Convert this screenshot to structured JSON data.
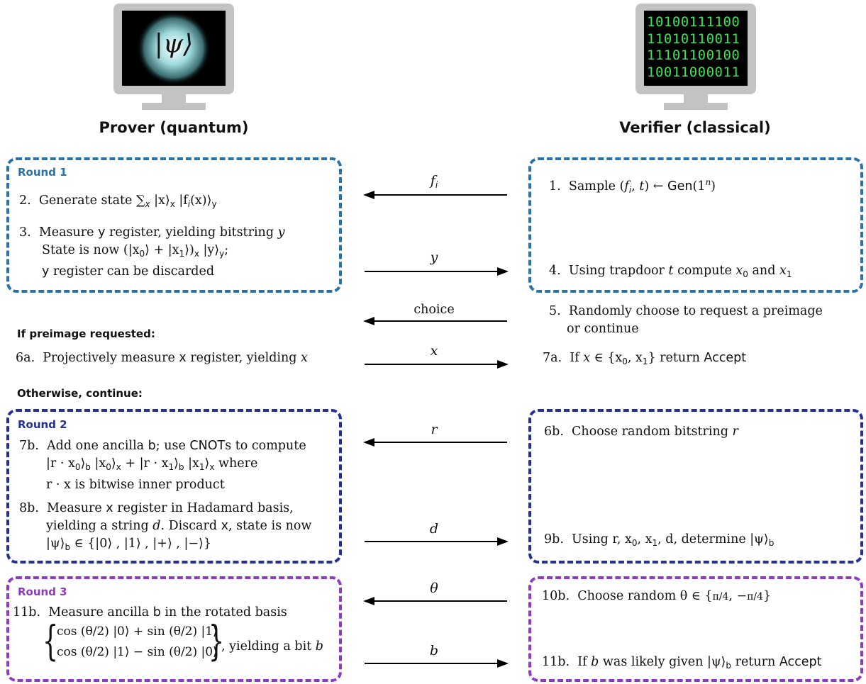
{
  "colors": {
    "round1": "#2a73a8",
    "round2": "#23309a",
    "round3": "#8e3bc2",
    "terminal_text": "#3fe05a"
  },
  "prover": {
    "title": "Prover (quantum)",
    "screen_symbol": "|ψ⟩"
  },
  "verifier": {
    "title": "Verifier (classical)",
    "screen_lines": [
      "10100111100",
      "11010110011",
      "11101100100",
      "10011000011"
    ]
  },
  "rounds": [
    {
      "label": "Round 1"
    },
    {
      "label": "Round 2"
    },
    {
      "label": "Round 3"
    }
  ],
  "notes": {
    "preimage": "If preimage requested:",
    "otherwise": "Otherwise, continue:"
  },
  "steps": {
    "s1": {
      "num": "1.",
      "a": "Sample (",
      "f": "f",
      "fi": "i",
      "b": ", ",
      "t": "t",
      "c": ") ← ",
      "gen": "Gen",
      "d": "(1",
      "n": "n",
      "e": ")"
    },
    "s2": {
      "num": "2.",
      "text": "Generate state ∑",
      "x": "x",
      "rest": " |x⟩",
      "rx": "x",
      "mid": " |f",
      "i": "i",
      "end": "(x)⟩",
      "ry": "y"
    },
    "s3": {
      "num": "3.",
      "line1": "Measure ",
      "reg": "y",
      "line1b": " register, yielding bitstring ",
      "var": "y",
      "line2": "State is now (|x",
      "s0": "0",
      "line2b": "⟩ + |x",
      "s1": "1",
      "line2c": "⟩)",
      "rx": "x",
      "line2d": " |y⟩",
      "ry": "y",
      "line2e": ";",
      "line3reg": "y",
      "line3": " register can be discarded"
    },
    "s4": {
      "num": "4.",
      "text": "Using trapdoor ",
      "t": "t",
      "mid": " compute ",
      "x0": "x",
      "s0": "0",
      "and": " and ",
      "x1": "x",
      "s1": "1"
    },
    "s5": {
      "num": "5.",
      "line1": "Randomly choose to request a preimage",
      "line2": "or continue"
    },
    "s6a": {
      "num": "6a.",
      "text": "Projectively measure ",
      "reg": "x",
      "rest": " register, yielding ",
      "var": "x"
    },
    "s7a": {
      "num": "7a.",
      "text": "If ",
      "x": "x",
      "in": " ∈ {x",
      "s0": "0",
      "comma": ", x",
      "s1": "1",
      "close": "} return ",
      "accept": "Accept"
    },
    "s6b": {
      "num": "6b.",
      "text": "Choose random bitstring ",
      "var": "r"
    },
    "s7b": {
      "num": "7b.",
      "line1": "Add one ancilla ",
      "b": "b",
      "line1b": "; use ",
      "cnot": "CNOT",
      "line1c": "s to compute",
      "line2a": "|r · x",
      "l2s0": "0",
      "line2b": "⟩",
      "l2rb": "b",
      "line2c": " |x",
      "l2s0b": "0",
      "line2d": "⟩",
      "l2rx": "x",
      "line2e": " + |r · x",
      "l2s1": "1",
      "line2f": "⟩",
      "l2rb2": "b",
      "line2g": " |x",
      "l2s1b": "1",
      "line2h": "⟩",
      "l2rx2": "x",
      "line2i": " where",
      "line3": "r · x is bitwise inner product"
    },
    "s8b": {
      "num": "8b.",
      "line1a": "Measure ",
      "reg": "x",
      "line1b": " register in Hadamard basis,",
      "line2a": "yielding a string ",
      "d": "d",
      "line2b": ". Discard ",
      "reg2": "x",
      "line2c": ", state is now",
      "line3a": "|ψ⟩",
      "rb": "b",
      "line3b": " ∈ {|0⟩ , |1⟩ , |+⟩ , |−⟩}"
    },
    "s9b": {
      "num": "9b.",
      "text": "Using r, x",
      "s0": "0",
      "c1": ", x",
      "s1": "1",
      "c2": ", d, determine |ψ⟩",
      "rb": "b"
    },
    "s10b": {
      "num": "10b.",
      "text": "Choose random θ ∈ {",
      "frac1": "π/4",
      "sep": ", −",
      "frac2": "π/4",
      "close": "}"
    },
    "s11b_prover": {
      "num": "11b.",
      "line1a": "Measure ancilla ",
      "b": "b",
      "line1b": " in the rotated basis",
      "row1": "cos (θ/2) |0⟩ + sin (θ/2) |1⟩",
      "row2": "cos (θ/2) |1⟩ − sin (θ/2) |0⟩",
      "tail": ", yielding a bit ",
      "var": "b"
    },
    "s11b_verifier": {
      "num": "11b.",
      "text": "If ",
      "b": "b",
      "mid": " was likely given |ψ⟩",
      "rb": "b",
      "end": " return ",
      "accept": "Accept"
    }
  },
  "messages": [
    {
      "label": "f",
      "sub": "i",
      "direction": "to-prover"
    },
    {
      "label": "y",
      "sub": "",
      "direction": "to-verifier"
    },
    {
      "label": "choice",
      "sub": "",
      "direction": "to-prover"
    },
    {
      "label": "x",
      "sub": "",
      "direction": "to-verifier"
    },
    {
      "label": "r",
      "sub": "",
      "direction": "to-prover"
    },
    {
      "label": "d",
      "sub": "",
      "direction": "to-verifier"
    },
    {
      "label": "θ",
      "sub": "",
      "direction": "to-prover"
    },
    {
      "label": "b",
      "sub": "",
      "direction": "to-verifier"
    }
  ]
}
